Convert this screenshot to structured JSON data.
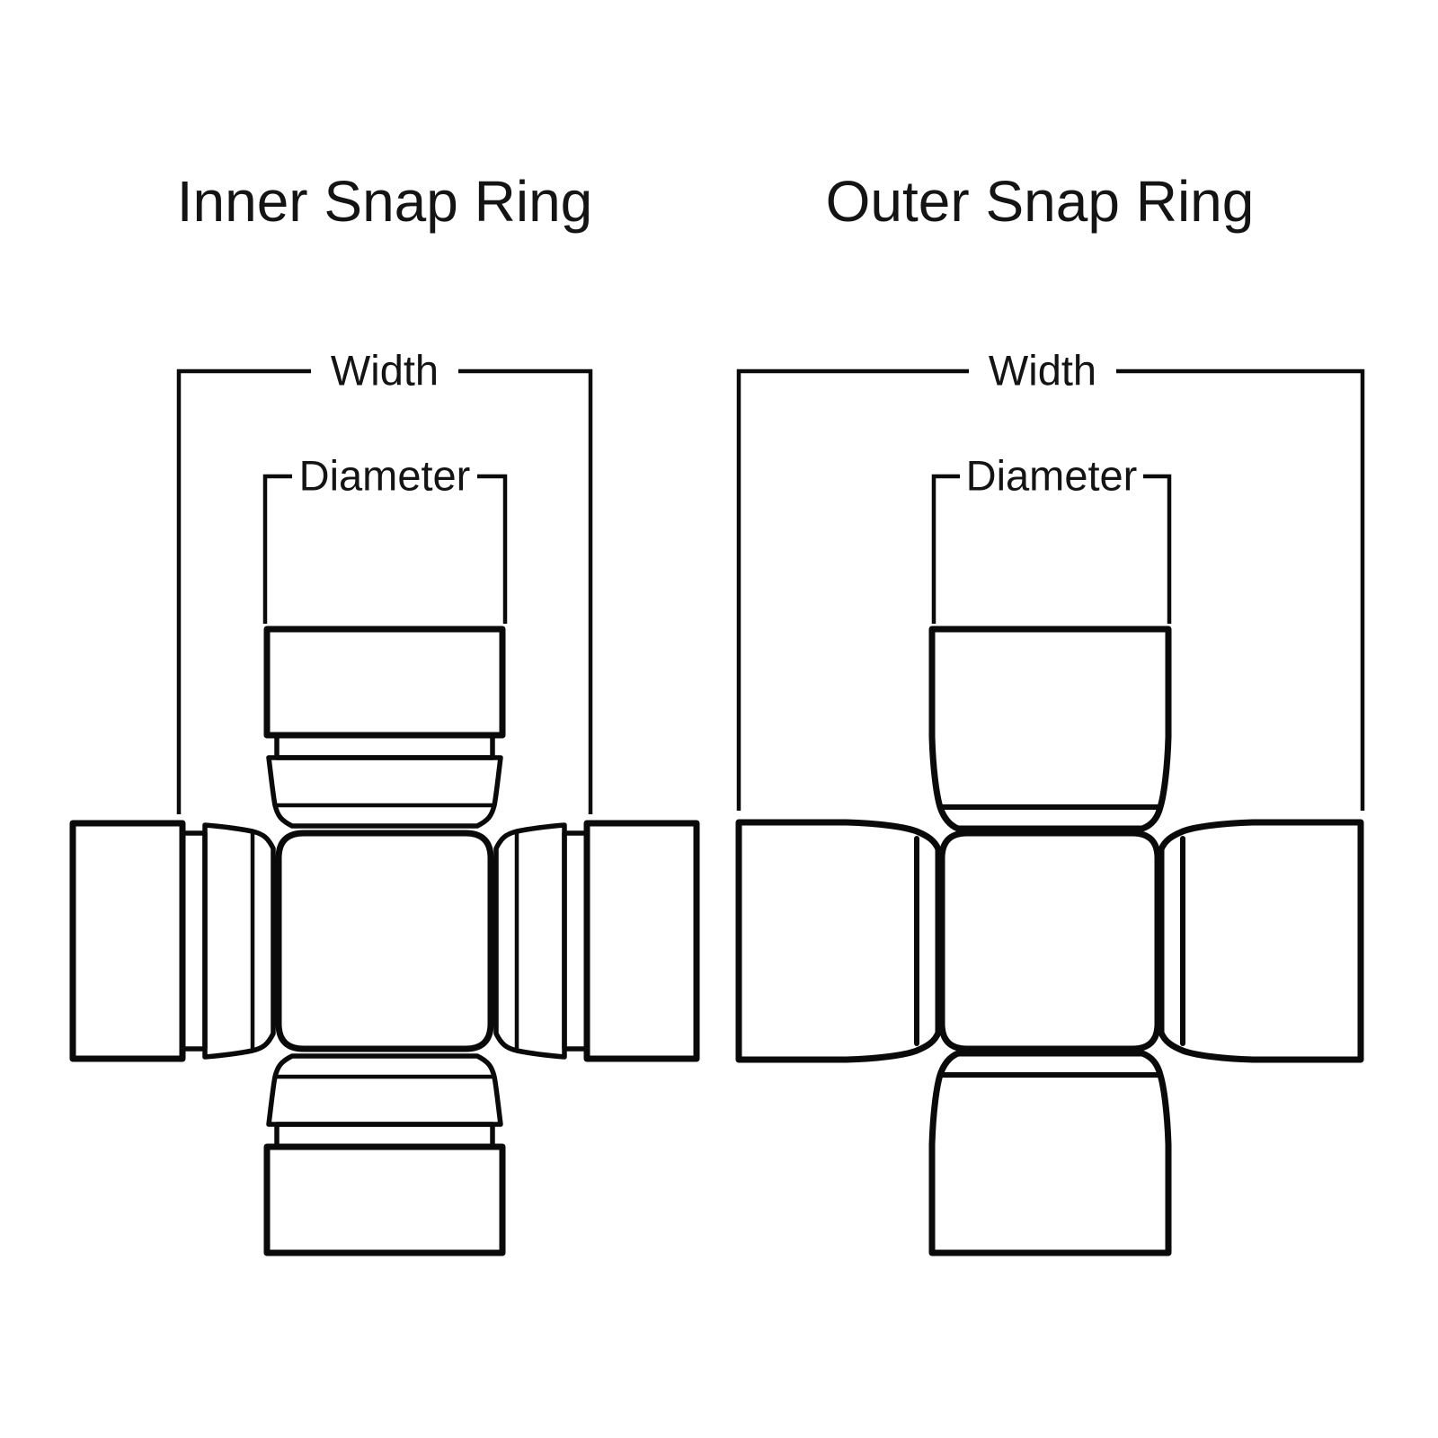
{
  "canvas": {
    "background": "#ffffff",
    "line_color": "#0a0a0a"
  },
  "diagrams": [
    {
      "id": "inner-snap-ring",
      "title": "Inner Snap Ring",
      "width_label": "Width",
      "diameter_label": "Diameter"
    },
    {
      "id": "outer-snap-ring",
      "title": "Outer Snap Ring",
      "width_label": "Width",
      "diameter_label": "Diameter"
    }
  ]
}
